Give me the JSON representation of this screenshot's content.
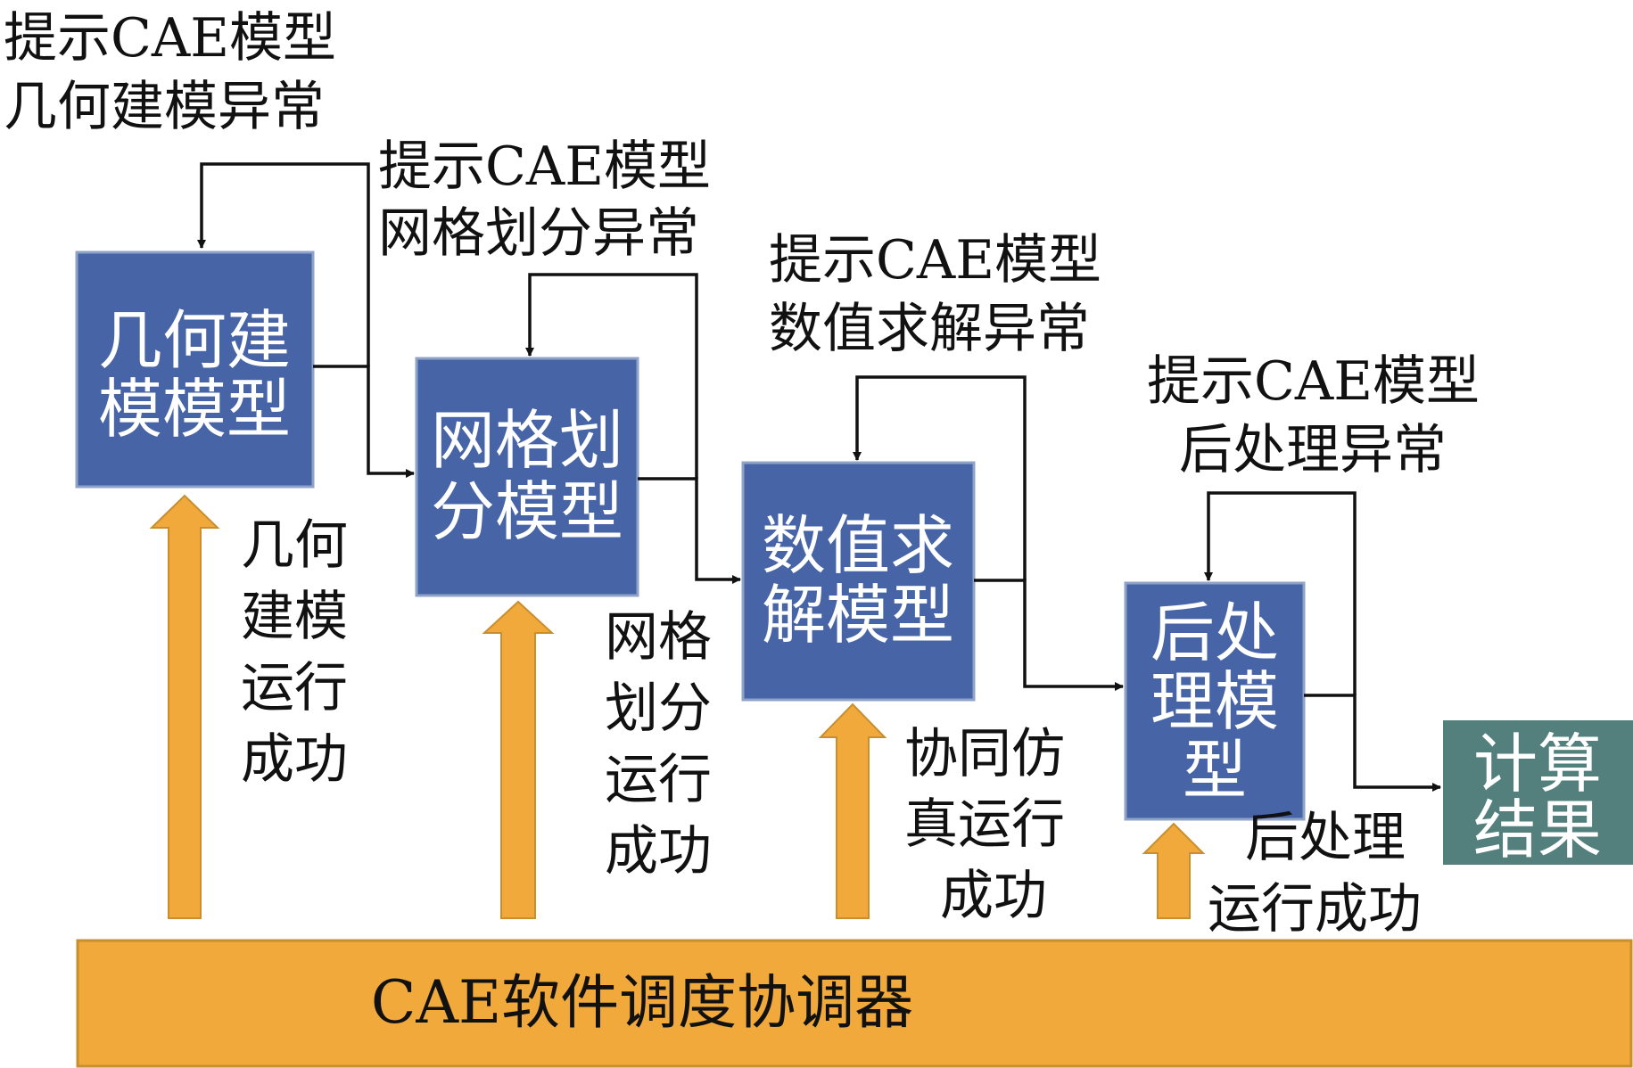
{
  "colors": {
    "box_fill": "#4664A6",
    "box_stroke": "#8FA3C8",
    "result_fill": "#537F7C",
    "bar_fill": "#F0A93A",
    "bar_stroke": "#C98E2E",
    "line": "#111111"
  },
  "boxes": [
    {
      "id": "geometry",
      "lines": [
        "几何建",
        "模模型"
      ]
    },
    {
      "id": "mesh",
      "lines": [
        "网格划",
        "分模型"
      ]
    },
    {
      "id": "solver",
      "lines": [
        "数值求",
        "解模型"
      ]
    },
    {
      "id": "post",
      "lines": [
        "后处",
        "理模",
        "型"
      ]
    },
    {
      "id": "result",
      "lines": [
        "计算",
        "结果"
      ]
    }
  ],
  "error_labels": [
    {
      "id": "geometry-error",
      "lines": [
        "提示CAE模型",
        "几何建模异常"
      ]
    },
    {
      "id": "mesh-error",
      "lines": [
        "提示CAE模型",
        "网格划分异常"
      ]
    },
    {
      "id": "solver-error",
      "lines": [
        "提示CAE模型",
        "数值求解异常"
      ]
    },
    {
      "id": "post-error",
      "lines": [
        "提示CAE模型",
        "后处理异常"
      ]
    }
  ],
  "success_labels": [
    {
      "id": "geometry-success",
      "lines": [
        "几何",
        "建模",
        "运行",
        "成功"
      ]
    },
    {
      "id": "mesh-success",
      "lines": [
        "网格",
        "划分",
        "运行",
        "成功"
      ]
    },
    {
      "id": "solver-success",
      "lines": [
        "协同仿",
        "真运行",
        "成功"
      ]
    },
    {
      "id": "post-success",
      "lines": [
        "后处理",
        "运行成功"
      ]
    }
  ],
  "coordinator": {
    "label": "CAE软件调度协调器"
  }
}
